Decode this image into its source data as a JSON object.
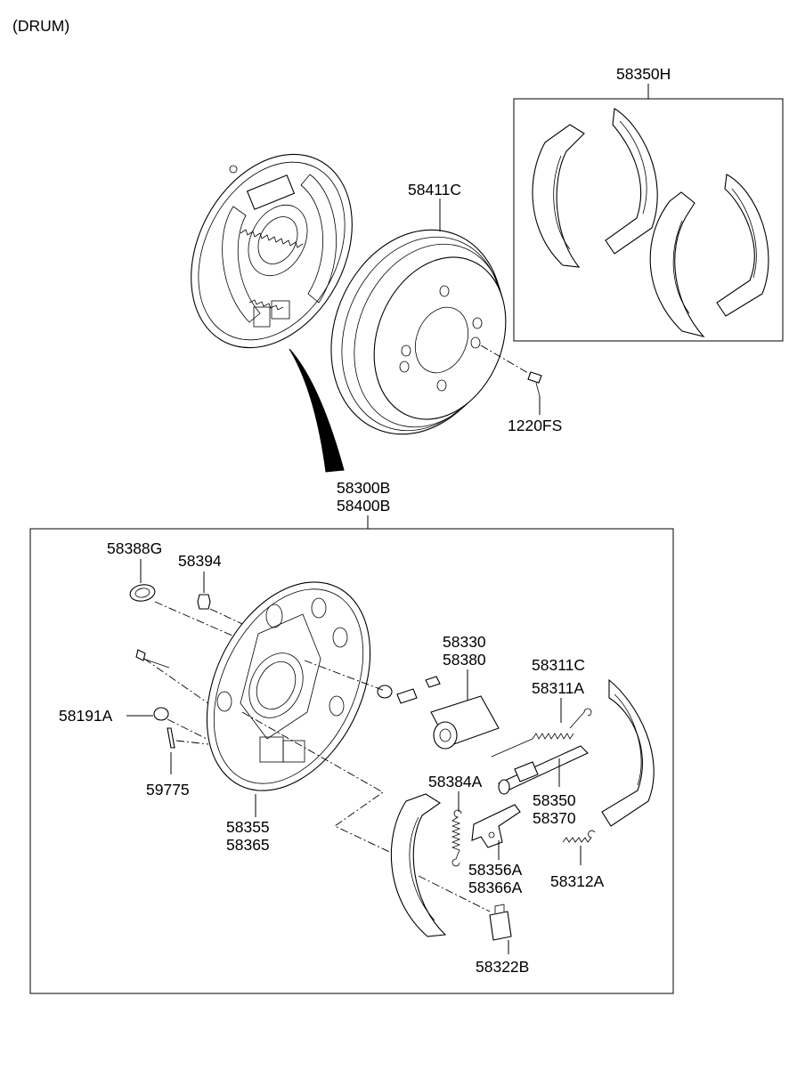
{
  "diagram": {
    "title": "(DRUM)",
    "part_labels": {
      "shoe_kit": "58350H",
      "drum": "58411C",
      "screw": "1220FS",
      "assembly_1": "58300B",
      "assembly_2": "58400B",
      "plug": "58388G",
      "bleeder": "58394",
      "wheel_cylinder_1": "58330",
      "wheel_cylinder_2": "58380",
      "spring_upper_1": "58311C",
      "spring_upper_2": "58311A",
      "retainer": "58191A",
      "pin": "59775",
      "backing_plate_1": "58355",
      "backing_plate_2": "58365",
      "spring_lower": "58384A",
      "adjuster_1": "58350",
      "adjuster_2": "58370",
      "lever_1": "58356A",
      "lever_2": "58366A",
      "spring_adjuster": "58312A",
      "clip": "58322B"
    }
  }
}
